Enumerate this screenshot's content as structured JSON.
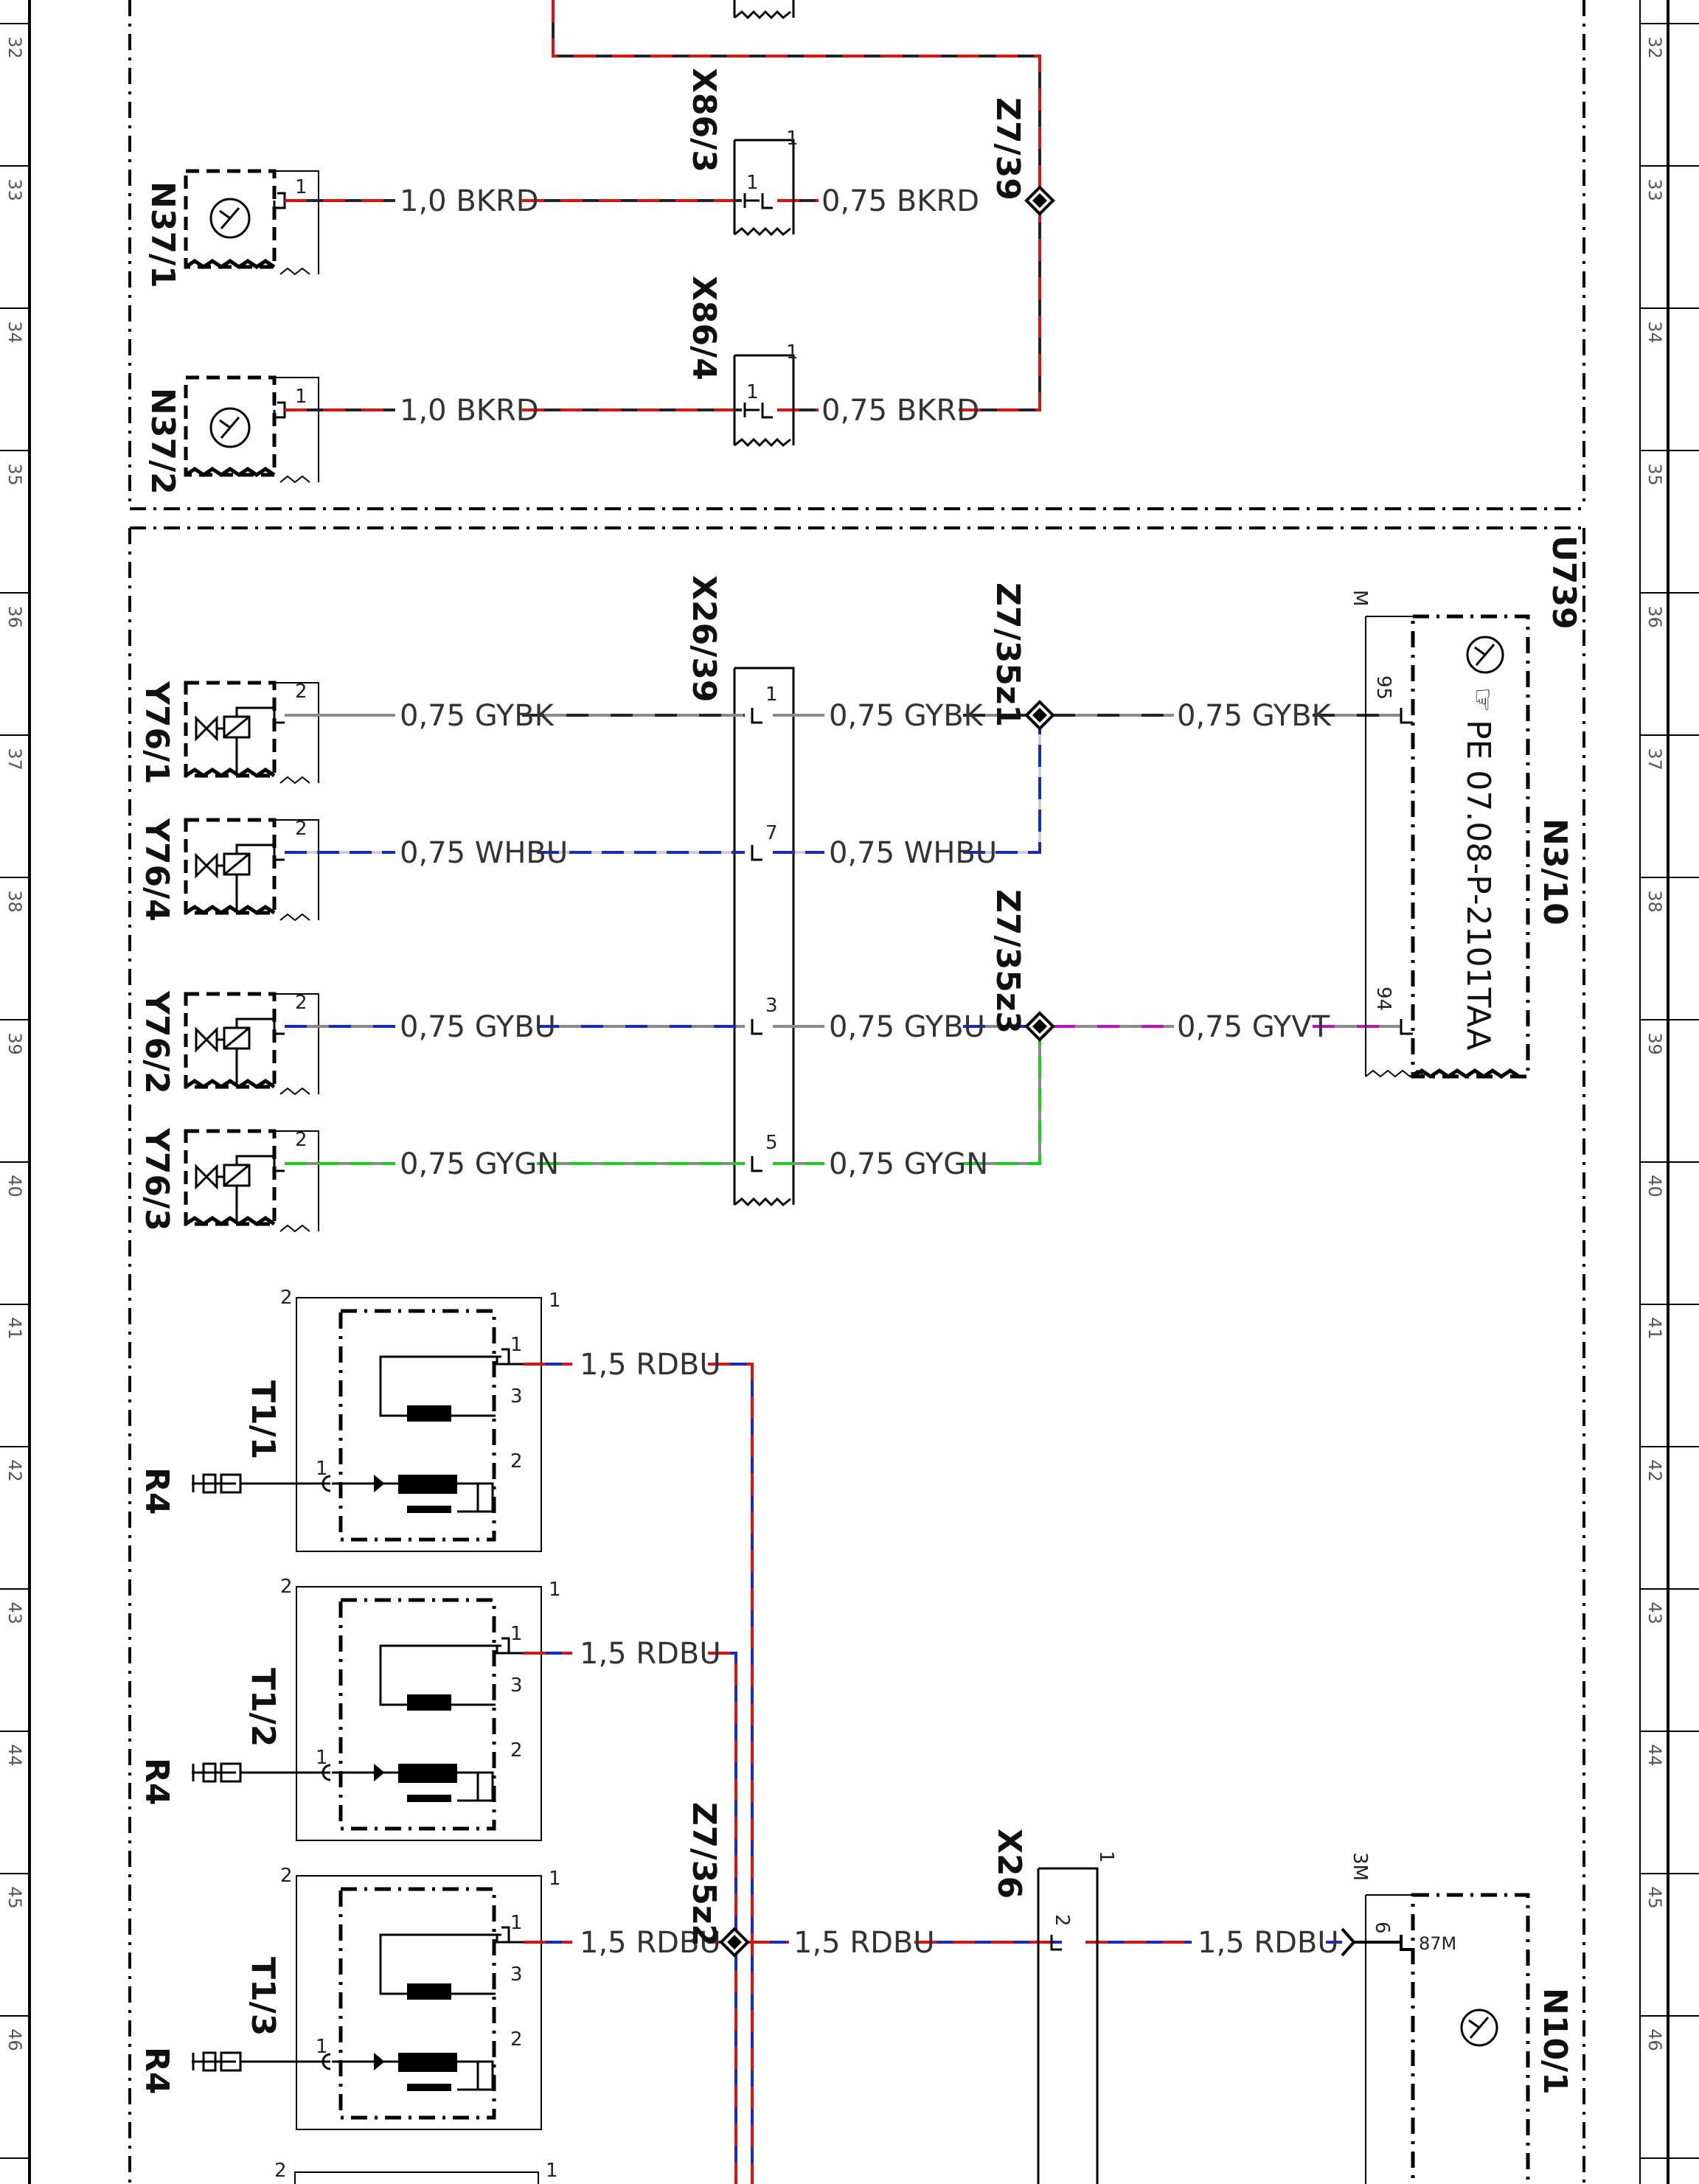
{
  "colors": {
    "BK": "#222222",
    "RD": "#e01010",
    "GY": "#8a8a8a",
    "WH": "#cfcfcf",
    "BU": "#1428d0",
    "GN": "#18d018",
    "VT": "#c010c8",
    "frame": "#000000"
  },
  "row_numbers": [
    "32",
    "33",
    "34",
    "35",
    "36",
    "37",
    "38",
    "39",
    "40",
    "41",
    "42",
    "43",
    "44",
    "45",
    "46"
  ],
  "components": {
    "n37_1": "N37/1",
    "n37_2": "N37/2",
    "x86_3": "X86/3",
    "x86_4": "X86/4",
    "z7_39": "Z7/39",
    "x26_39": "X26/39",
    "z7_35z1": "Z7/35z1",
    "z7_35z3": "Z7/35z3",
    "z7_35z2": "Z7/35z2",
    "u739": "U739",
    "n3_10": "N3/10",
    "n3_10_ref": "PE 07.08-P-2101TAA",
    "y76_1": "Y76/1",
    "y76_4": "Y76/4",
    "y76_2": "Y76/2",
    "y76_3": "Y76/3",
    "t1_1": "T1/1",
    "t1_2": "T1/2",
    "t1_3": "T1/3",
    "r4": "R4",
    "x26": "X26",
    "n10_1": "N10/1"
  },
  "wires": {
    "w_n37_1_a": "1,0 BKRD",
    "w_n37_1_b": "0,75 BKRD",
    "w_n37_2_a": "1,0 BKRD",
    "w_n37_2_b": "0,75 BKRD",
    "w_y76_1_a": "0,75 GYBK",
    "w_y76_1_b": "0,75 GYBK",
    "w_y76_1_c": "0,75 GYBK",
    "w_y76_4_a": "0,75 WHBU",
    "w_y76_4_b": "0,75 WHBU",
    "w_y76_2_a": "0,75 GYBU",
    "w_y76_2_b": "0,75 GYBU",
    "w_y76_2_c": "0,75 GYVT",
    "w_y76_3_a": "0,75 GYGN",
    "w_y76_3_b": "0,75 GYGN",
    "w_t1_1": "1,5 RDBU",
    "w_t1_2": "1,5 RDBU",
    "w_t1_3": "1,5 RDBU",
    "w_x26_a": "1,5 RDBU",
    "w_x26_b": "1,5 RDBU"
  },
  "pins": {
    "p_1": "1",
    "p_2": "2",
    "p_3": "3",
    "p_5": "5",
    "p_6": "6",
    "p_7": "7",
    "p_94": "94",
    "p_95": "95",
    "p_M": "M",
    "p_3M": "3M",
    "p_87M": "87M"
  }
}
